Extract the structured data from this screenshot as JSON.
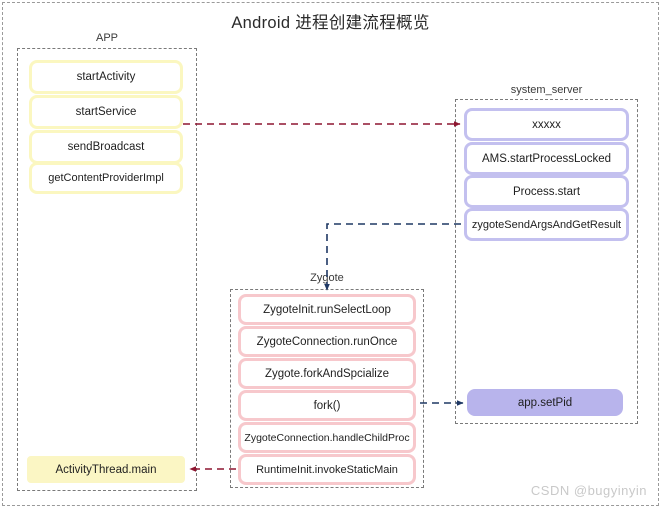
{
  "title": "Android 进程创建流程概览",
  "watermark": "CSDN @bugyinyin",
  "colors": {
    "app_border": "#fbf7c0",
    "app_fill": "#fbf6c4",
    "system_server_border": "#c3c0ef",
    "system_server_fill": "#b8b4ec",
    "zygote_border": "#f7c8cc",
    "arrow_red": "#8e1530",
    "arrow_navy": "#1f3864",
    "container_border": "#7a7a7a",
    "title_text": "#2b2b2b",
    "watermark_text": "#c9c9c9"
  },
  "groups": {
    "app": {
      "label": "APP",
      "nodes": [
        {
          "label": "startActivity"
        },
        {
          "label": "startService"
        },
        {
          "label": "sendBroadcast"
        },
        {
          "label": "getContentProviderImpl"
        }
      ],
      "bottom_node": {
        "label": "ActivityThread.main"
      }
    },
    "system_server": {
      "label": "system_server",
      "nodes": [
        {
          "label": "xxxxx"
        },
        {
          "label": "AMS.startProcessLocked"
        },
        {
          "label": "Process.start"
        },
        {
          "label": "zygoteSendArgsAndGetResult"
        }
      ],
      "bottom_node": {
        "label": "app.setPid"
      }
    },
    "zygote": {
      "label": "Zygote",
      "nodes": [
        {
          "label": "ZygoteInit.runSelectLoop"
        },
        {
          "label": "ZygoteConnection.runOnce"
        },
        {
          "label": "Zygote.forkAndSpcialize"
        },
        {
          "label": "fork()"
        },
        {
          "label": "ZygoteConnection.handleChildProc"
        },
        {
          "label": "RuntimeInit.invokeStaticMain"
        }
      ]
    }
  },
  "connections": [
    {
      "name": "app-to-system-server",
      "from": "startService",
      "to": "xxxxx",
      "style": "dashed",
      "color": "#8e1530"
    },
    {
      "name": "system-server-to-zygote",
      "from": "zygoteSendArgsAndGetResult",
      "to": "ZygoteInit.runSelectLoop",
      "style": "dashed",
      "color": "#1f3864"
    },
    {
      "name": "zygote-fork-to-setpid",
      "from": "fork()",
      "to": "app.setPid",
      "style": "dashed",
      "color": "#1f3864"
    },
    {
      "name": "zygote-to-activitythread",
      "from": "RuntimeInit.invokeStaticMain",
      "to": "ActivityThread.main",
      "style": "dashed",
      "color": "#8e1530"
    }
  ]
}
